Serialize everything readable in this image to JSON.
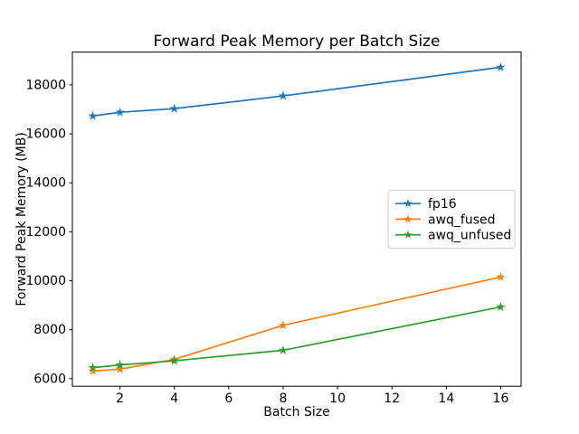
{
  "chart_data": {
    "type": "line",
    "title": "Forward Peak Memory per Batch Size",
    "xlabel": "Batch Size",
    "ylabel": "Forward Peak Memory (MB)",
    "x": [
      1,
      2,
      4,
      8,
      16
    ],
    "series": [
      {
        "name": "fp16",
        "color": "#1f77b4",
        "marker": "star",
        "values": [
          16730,
          16880,
          17030,
          17550,
          18720
        ]
      },
      {
        "name": "awq_fused",
        "color": "#ff7f0e",
        "marker": "star",
        "values": [
          6310,
          6390,
          6790,
          8180,
          10150
        ]
      },
      {
        "name": "awq_unfused",
        "color": "#2ca02c",
        "marker": "star",
        "values": [
          6450,
          6560,
          6730,
          7160,
          8930
        ]
      }
    ],
    "xticks": [
      2,
      4,
      6,
      8,
      10,
      12,
      14,
      16
    ],
    "yticks": [
      6000,
      8000,
      10000,
      12000,
      14000,
      16000,
      18000
    ],
    "xlim": [
      0.25,
      16.75
    ],
    "ylim": [
      5690,
      19340
    ],
    "grid": false,
    "legend_position": "center right",
    "legend_entries": [
      "fp16",
      "awq_fused",
      "awq_unfused"
    ],
    "colors": {
      "spine": "#000000",
      "tick": "#000000",
      "text": "#000000",
      "legend_border": "#cccccc",
      "legend_background": "#ffffff",
      "figure_background": "#ffffff"
    }
  }
}
